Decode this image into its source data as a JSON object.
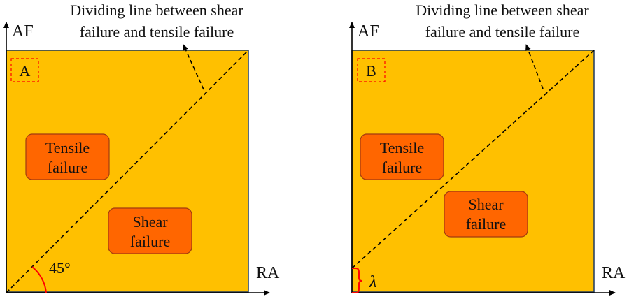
{
  "colors": {
    "background_fill": "#FFC000",
    "region_box_fill": "#FF6600",
    "region_box_stroke": "#A03A10",
    "tag_box_stroke": "#FF0000",
    "annotation_red": "#FF0000",
    "axis": "#000000"
  },
  "panels": [
    {
      "tag": "A",
      "y_axis_label": "AF",
      "x_axis_label": "RA",
      "top_label_line1": "Dividing line between shear",
      "top_label_line2": "failure and tensile failure",
      "tensile_line1": "Tensile",
      "tensile_line2": "failure",
      "shear_line1": "Shear",
      "shear_line2": "failure",
      "angle_label": "45°"
    },
    {
      "tag": "B",
      "y_axis_label": "AF",
      "x_axis_label": "RA",
      "top_label_line1": "Dividing line between shear",
      "top_label_line2": "failure and tensile failure",
      "tensile_line1": "Tensile",
      "tensile_line2": "failure",
      "shear_line1": "Shear",
      "shear_line2": "failure",
      "offset_label": "λ"
    }
  ]
}
